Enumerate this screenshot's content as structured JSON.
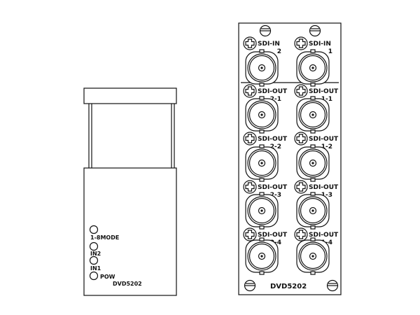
{
  "front_panel": {
    "leds": [
      {
        "label": "1-8MODE"
      },
      {
        "label": "IN2"
      },
      {
        "label": "IN1"
      },
      {
        "label": "POW"
      }
    ],
    "model": "DVD5202"
  },
  "rear_panel": {
    "connectors": [
      {
        "label": "SDI-IN",
        "sub": "2"
      },
      {
        "label": "SDI-IN",
        "sub": "1"
      },
      {
        "label": "SDI-OUT",
        "sub": "2-1"
      },
      {
        "label": "SDI-OUT",
        "sub": "1-1"
      },
      {
        "label": "SDI-OUT",
        "sub": "2-2"
      },
      {
        "label": "SDI-OUT",
        "sub": "1-2"
      },
      {
        "label": "SDI-OUT",
        "sub": "2-3"
      },
      {
        "label": "SDI-OUT",
        "sub": "1-3"
      },
      {
        "label": "SDI-OUT",
        "sub": "2-4"
      },
      {
        "label": "SDI-OUT",
        "sub": "1-4"
      }
    ],
    "model": "DVD5202"
  }
}
